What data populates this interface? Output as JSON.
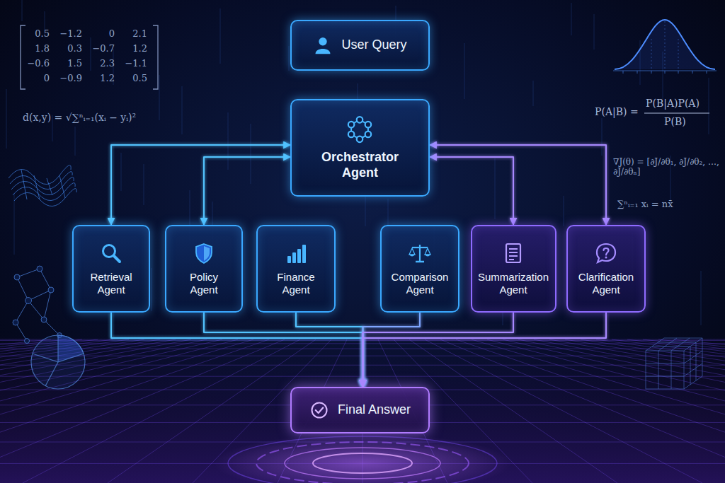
{
  "diagram": {
    "nodes": [
      {
        "text": [
          "User Query"
        ]
      },
      {
        "text": [
          "Orchestrator Agent"
        ]
      },
      {
        "text": [
          "Retrieval Agent"
        ]
      },
      {
        "text": [
          "Policy Agent"
        ]
      },
      {
        "text": [
          "Finance Agent"
        ]
      },
      {
        "text": [
          "Comparison Agent"
        ]
      },
      {
        "text": [
          "Summarization Agent"
        ]
      },
      {
        "text": [
          "Clarification Agent"
        ]
      },
      {
        "text": [
          "Final Answer"
        ]
      }
    ],
    "edges": [
      {
        "from": 0,
        "to": 1,
        "arrow": "to"
      },
      {
        "from": 1,
        "to": 2,
        "arrow": "both"
      },
      {
        "from": 1,
        "to": 3,
        "arrow": "both"
      },
      {
        "from": 1,
        "to": 4,
        "arrow": "to"
      },
      {
        "from": 1,
        "to": 5,
        "arrow": "to"
      },
      {
        "from": 1,
        "to": 6,
        "arrow": "both"
      },
      {
        "from": 1,
        "to": 7,
        "arrow": "both"
      },
      {
        "from": 2,
        "to": 8,
        "arrow": "to"
      },
      {
        "from": 3,
        "to": 8,
        "arrow": "to"
      },
      {
        "from": 4,
        "to": 8,
        "arrow": "to"
      },
      {
        "from": 5,
        "to": 8,
        "arrow": "to"
      },
      {
        "from": 6,
        "to": 8,
        "arrow": "to"
      },
      {
        "from": 7,
        "to": 8,
        "arrow": "to"
      },
      {
        "from": 1,
        "to": 8,
        "arrow": "both"
      }
    ],
    "labels": [
      "0.5",
      "−1.2",
      "0",
      "2.1",
      "1.8",
      "0.3",
      "−0.7",
      "1.2",
      "−0.6",
      "1.5",
      "2.3",
      "−1.1",
      "0",
      "−0.9",
      "1.2",
      "0.5",
      "d(x,y) = √∑ⁿᵢ₌₁(xᵢ − yᵢ)²",
      "P(A|B) =",
      "P(B|A)P(A)",
      "P(B)",
      "∇J(θ) = [∂J/∂θ₁, ∂J/∂θ₂, …, ∂J/∂θₙ]",
      "∑ⁿᵢ₌₁ xᵢ = nx̄"
    ]
  }
}
